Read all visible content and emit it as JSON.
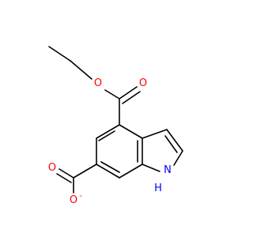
{
  "molecule": {
    "atoms": {
      "ester_ether_oxygen": "O",
      "ester_carbonyl_oxygen": "O",
      "carboxylate_carbonyl_oxygen": "O",
      "carboxylate_oxygen": "O",
      "carboxylate_charge": "-",
      "indole_nitrogen": "N",
      "indole_nh_hydrogen": "H"
    }
  },
  "colors": {
    "bond": "#000000",
    "oxygen": "#ff0000",
    "nitrogen": "#0000ff"
  }
}
